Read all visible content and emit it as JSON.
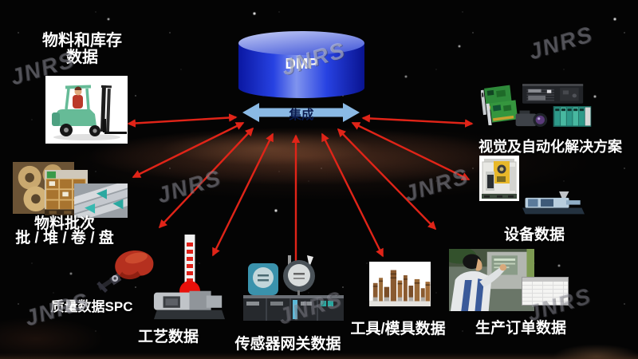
{
  "hub": {
    "platform_label": "DMP",
    "integration_label": "集成"
  },
  "sources": [
    {
      "name": "material-inventory",
      "label_line1": "物料和库存",
      "label_line2": "数据",
      "icon": "forklift"
    },
    {
      "name": "material-batch",
      "label_line1": "物料批次",
      "label_line2": "批 / 堆 / 卷 / 盘",
      "icon": "pallet-boxes-rolls"
    },
    {
      "name": "quality-spc",
      "label_line1": "质量数据SPC",
      "icon": "hand-with-caliper"
    },
    {
      "name": "process",
      "label_line1": "工艺数据",
      "icon": "thermometer-molding-machine"
    },
    {
      "name": "sensor-gateway",
      "label_line1": "传感器网关数据",
      "icon": "sensors-gateway-modules"
    },
    {
      "name": "tools-molds",
      "label_line1": "工具/模具数据",
      "icon": "end-mill-cutters"
    },
    {
      "name": "production-orders",
      "label_line1": "生产订单数据",
      "icon": "operator-hmi-screen"
    },
    {
      "name": "equipment",
      "label_line1": "设备数据",
      "icon": "cnc-and-molding-machines"
    },
    {
      "name": "vision-automation",
      "label_line1": "视觉及自动化解决方案",
      "icon": "vision-cards-ipc-camera-plc"
    }
  ],
  "watermark": {
    "text": "JNRS"
  },
  "colors": {
    "background": "#000000",
    "cylinder_blue": "#2238d8",
    "bus_arrow_blue": "#8ab9e4",
    "ray_arrow_red": "#e8231d",
    "label_text": "#ffffff",
    "integration_text": "#0b1b5e"
  }
}
